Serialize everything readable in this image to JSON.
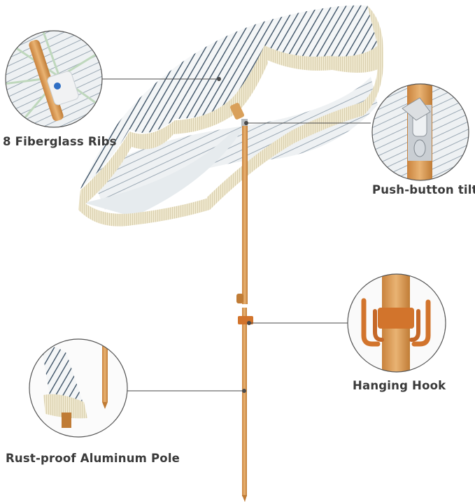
{
  "labels": {
    "ribs": "8 Fiberglass Ribs",
    "tilt": "Push-button tilt",
    "hook": "Hanging Hook",
    "pole": "Rust-proof Aluminum Pole"
  },
  "colors": {
    "canopy": "#f3f5f6",
    "stripe": "#3e5367",
    "fringe": "#ece4c8",
    "wood": "#d9a05a",
    "wood_dark": "#c07c36",
    "hook": "#d2742c",
    "leader_line": "#4a4a4a",
    "circle_border": "#555555"
  }
}
